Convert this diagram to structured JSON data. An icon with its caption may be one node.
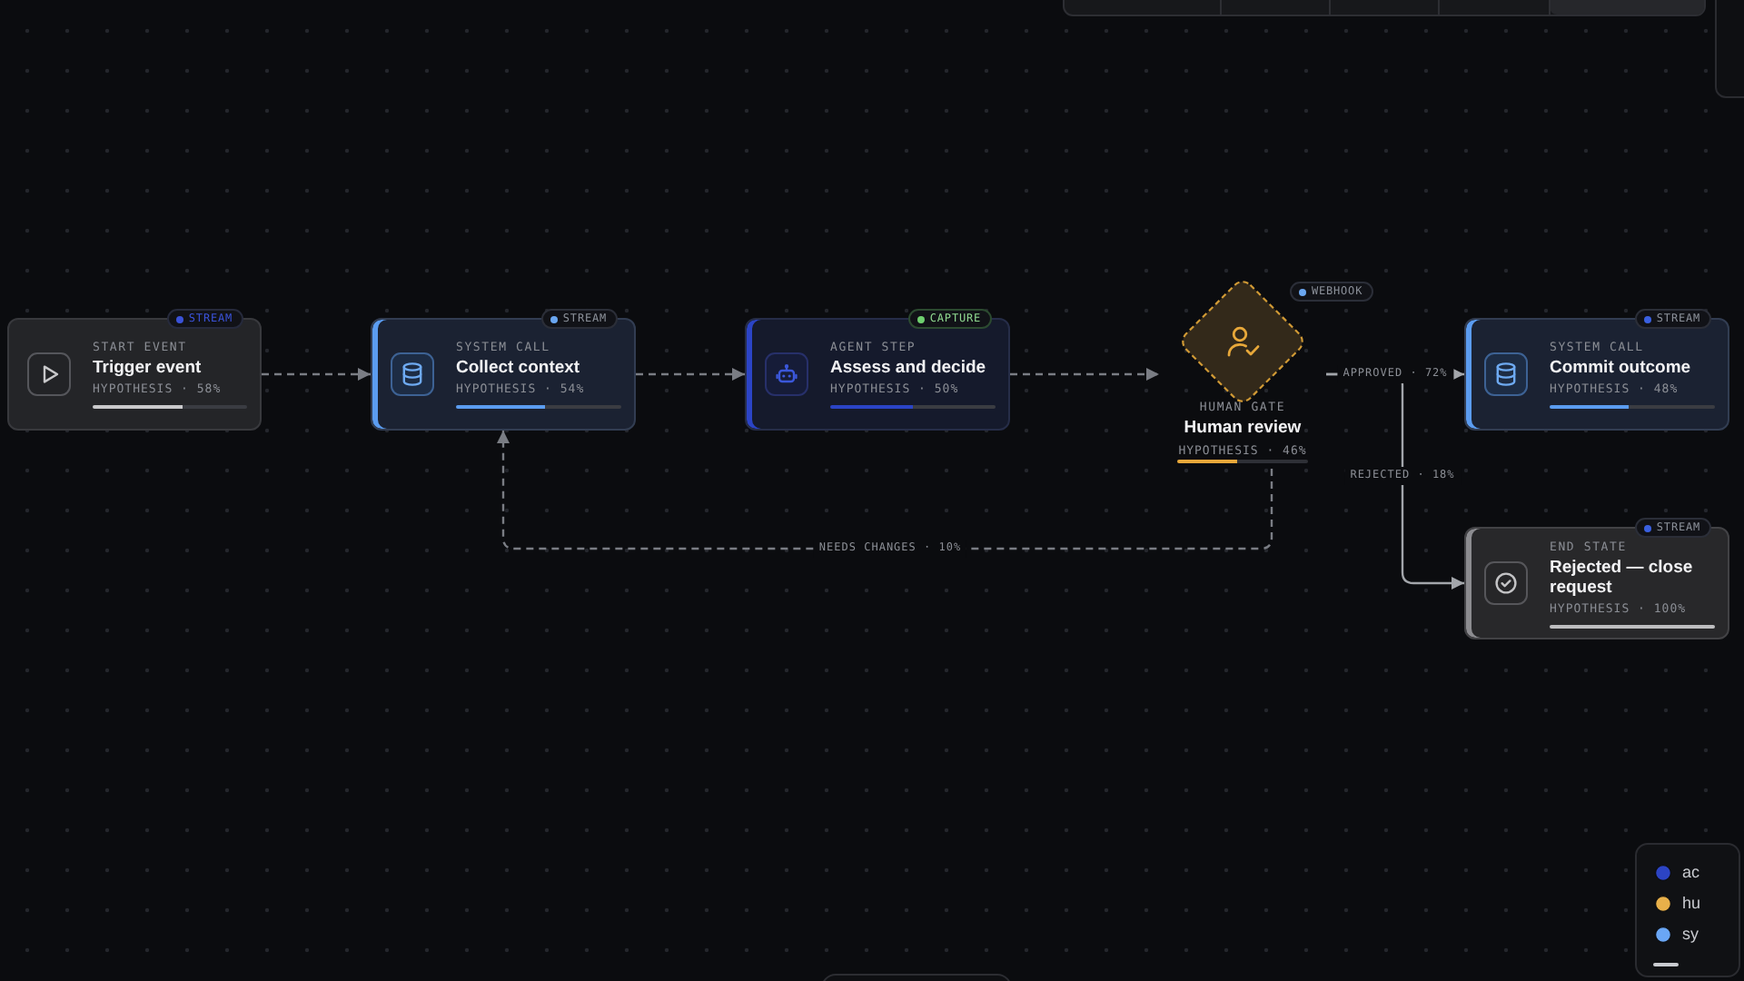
{
  "diagram": {
    "nodes": [
      {
        "text": [
          "STREAM",
          "START EVENT",
          "Trigger event",
          "HYPOTHESIS · 58%"
        ]
      },
      {
        "text": [
          "STREAM",
          "SYSTEM CALL",
          "Collect context",
          "HYPOTHESIS · 54%"
        ]
      },
      {
        "text": [
          "CAPTURE",
          "AGENT STEP",
          "Assess and decide",
          "HYPOTHESIS · 50%"
        ]
      },
      {
        "text": [
          "WEBHOOK",
          "HUMAN GATE",
          "Human review",
          "HYPOTHESIS · 46%"
        ]
      },
      {
        "text": [
          "STREAM",
          "SYSTEM CALL",
          "Commit outcome",
          "HYPOTHESIS · 48%"
        ]
      },
      {
        "text": [
          "STREAM",
          "END STATE",
          "Rejected — close request",
          "HYPOTHESIS · 100%"
        ]
      }
    ],
    "edges": [
      {
        "from": 0,
        "to": 1,
        "arrow": "to",
        "style": "dashed"
      },
      {
        "from": 1,
        "to": 2,
        "arrow": "to",
        "style": "dashed"
      },
      {
        "from": 2,
        "to": 3,
        "arrow": "to",
        "style": "dashed"
      },
      {
        "from": 3,
        "to": 4,
        "arrow": "to",
        "label": "APPROVED · 72%"
      },
      {
        "from": 3,
        "to": 5,
        "arrow": "to",
        "label": "REJECTED · 18%"
      },
      {
        "from": 3,
        "to": 1,
        "arrow": "to",
        "label": "NEEDS CHANGES · 10%",
        "style": "dashed"
      }
    ],
    "legend": [
      {
        "text": "ac",
        "color": "#2c44c4"
      },
      {
        "text": "hu",
        "color": "#e8b04a"
      },
      {
        "text": "sy",
        "color": "#6aa6f5"
      }
    ]
  }
}
